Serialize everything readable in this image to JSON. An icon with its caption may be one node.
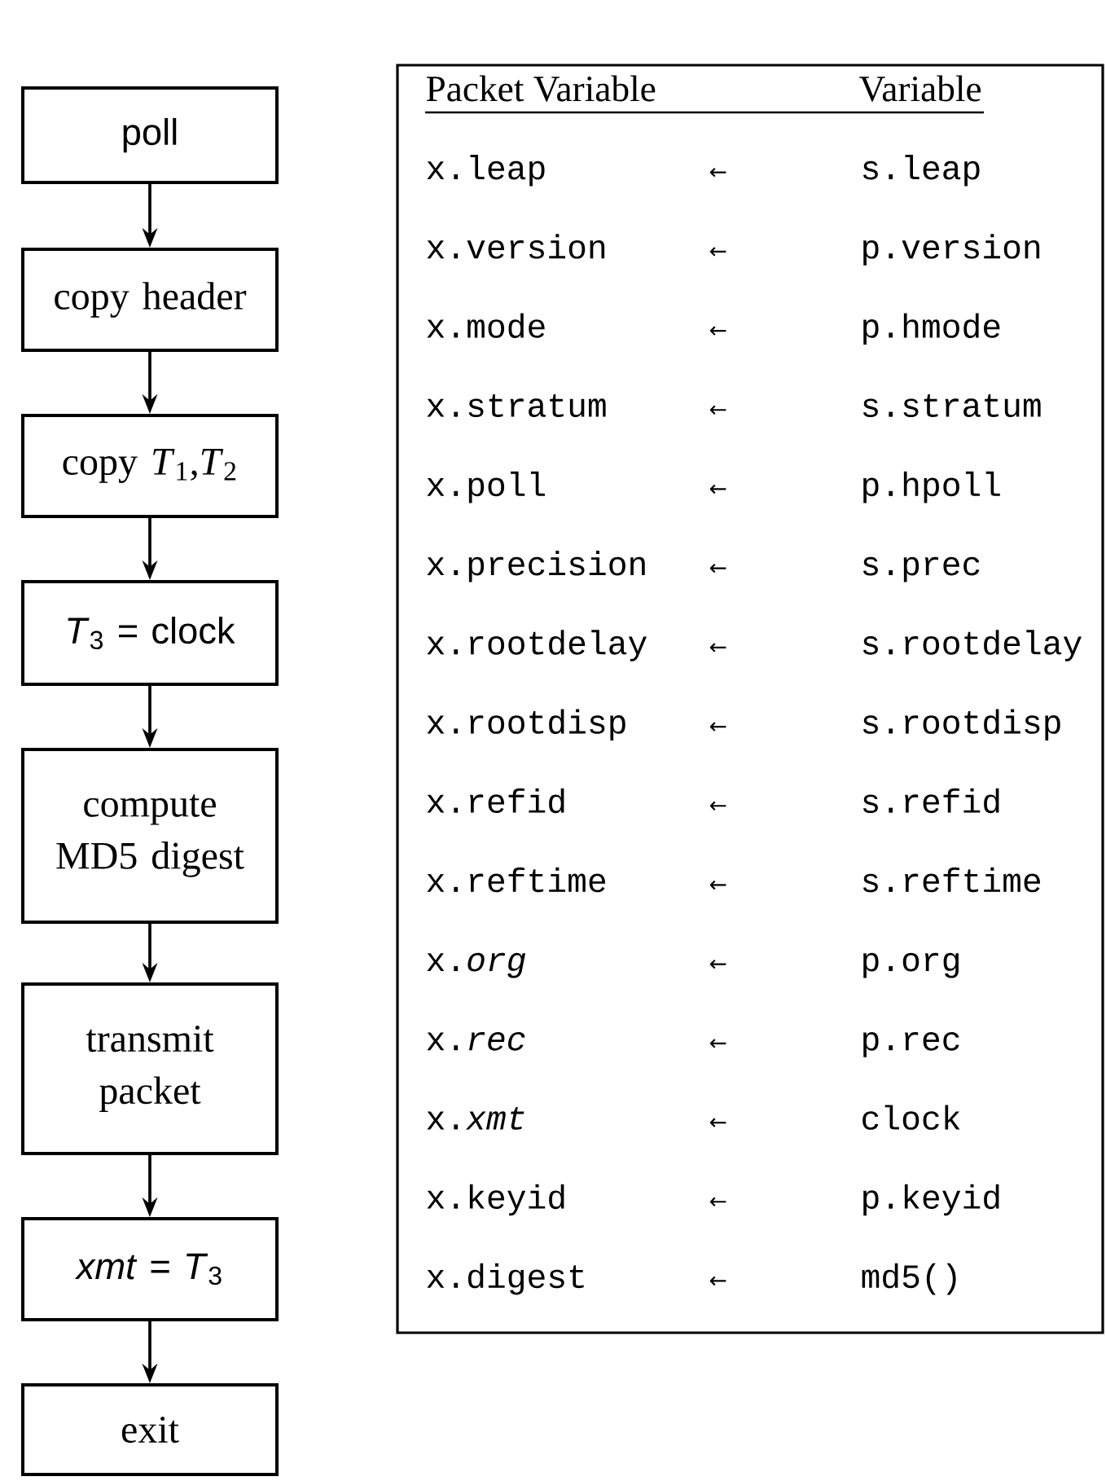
{
  "diagram": {
    "nodes": [
      {
        "text": [
          "poll"
        ]
      },
      {
        "text": [
          "copy header"
        ]
      },
      {
        "text": [
          "copy *T*$_{1}$,*T*$_{2}$"
        ]
      },
      {
        "text": [
          "*T*$_{3}$ = clock"
        ]
      },
      {
        "text": [
          "compute MD5 digest"
        ]
      },
      {
        "text": [
          "transmit packet"
        ]
      },
      {
        "text": [
          "*xmt* = *T*$_{3}$"
        ]
      },
      {
        "text": [
          "exit"
        ]
      }
    ],
    "edges": [
      {
        "from": 0,
        "to": 1,
        "arrow": "to"
      },
      {
        "from": 1,
        "to": 2,
        "arrow": "to"
      },
      {
        "from": 2,
        "to": 3,
        "arrow": "to"
      },
      {
        "from": 3,
        "to": 4,
        "arrow": "to"
      },
      {
        "from": 4,
        "to": 5,
        "arrow": "to"
      },
      {
        "from": 5,
        "to": 6,
        "arrow": "to"
      },
      {
        "from": 6,
        "to": 7,
        "arrow": "to"
      }
    ],
    "labels": [
      "Packet Variable",
      "Variable",
      "x.leap",
      "←",
      "s.leap",
      "x.version",
      "←",
      "p.version",
      "x.mode",
      "←",
      "p.hmode",
      "x.stratum",
      "←",
      "s.stratum",
      "x.poll",
      "←",
      "p.hpoll",
      "x.precision",
      "←",
      "s.prec",
      "x.rootdelay",
      "←",
      "s.rootdelay",
      "x.rootdisp",
      "←",
      "s.rootdisp",
      "x.refid",
      "←",
      "s.refid",
      "x.reftime",
      "←",
      "s.reftime",
      "x.*org*",
      "←",
      "p.org",
      "x.*rec*",
      "←",
      "p.rec",
      "x.*xmt*",
      "←",
      "clock",
      "x.keyid",
      "←",
      "p.keyid",
      "x.digest",
      "←",
      "md5()"
    ]
  }
}
